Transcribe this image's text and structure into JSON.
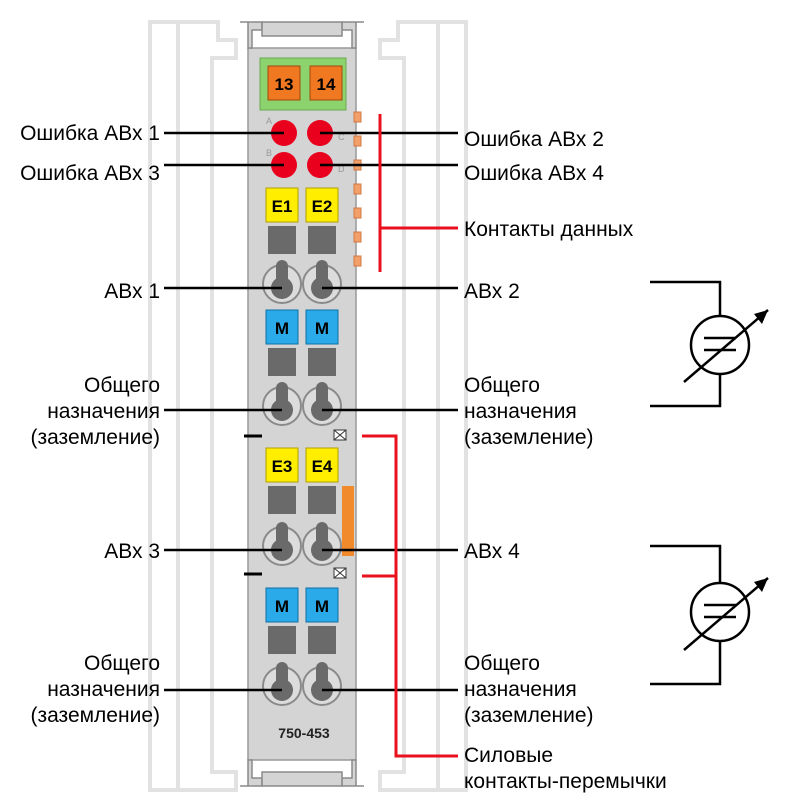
{
  "module": {
    "model": "750-453",
    "terminals_top": [
      "13",
      "14"
    ],
    "led_letters": [
      "A",
      "C",
      "B",
      "D"
    ],
    "inputs": [
      "E1",
      "E2",
      "E3",
      "E4"
    ],
    "commons": [
      "M",
      "M",
      "M",
      "M"
    ]
  },
  "labels": {
    "error1": "Ошибка АВх 1",
    "error2": "Ошибка АВх 2",
    "error3": "Ошибка АВх 3",
    "error4": "Ошибка АВх 4",
    "data_contacts": "Контакты данных",
    "in1": "АВх 1",
    "in2": "АВх 2",
    "in3": "АВх 3",
    "in4": "АВх 4",
    "ground_line1": "Общего",
    "ground_line2": "назначения",
    "ground_line3": "(заземление)",
    "power_line1": "Силовые",
    "power_line2": "контакты-перемычки"
  },
  "colors": {
    "housing": "#d4d4d4",
    "led": "#e8001c",
    "terminal_orange": "#f07820",
    "input_yellow": "#ffee00",
    "common_blue": "#2aaae8",
    "green_band": "#8cd36e",
    "bracket_red": "#e8101c"
  }
}
